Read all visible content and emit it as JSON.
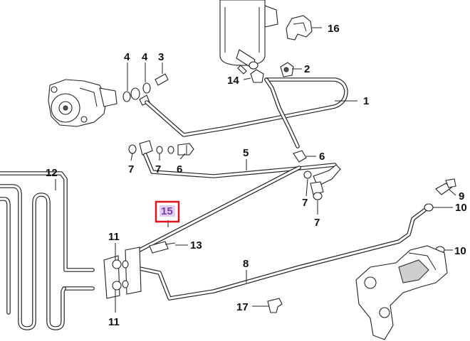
{
  "diagram": {
    "highlight_color": "#e0141e",
    "callouts": [
      {
        "id": "c1",
        "label": "1"
      },
      {
        "id": "c2",
        "label": "2"
      },
      {
        "id": "c3",
        "label": "3"
      },
      {
        "id": "c4a",
        "label": "4"
      },
      {
        "id": "c4b",
        "label": "4"
      },
      {
        "id": "c5",
        "label": "5"
      },
      {
        "id": "c6a",
        "label": "6"
      },
      {
        "id": "c6b",
        "label": "6"
      },
      {
        "id": "c7a",
        "label": "7"
      },
      {
        "id": "c7b",
        "label": "7"
      },
      {
        "id": "c7c",
        "label": "7"
      },
      {
        "id": "c7d",
        "label": "7"
      },
      {
        "id": "c8",
        "label": "8"
      },
      {
        "id": "c9",
        "label": "9"
      },
      {
        "id": "c10a",
        "label": "10"
      },
      {
        "id": "c10b",
        "label": "10"
      },
      {
        "id": "c11a",
        "label": "11"
      },
      {
        "id": "c11b",
        "label": "11"
      },
      {
        "id": "c12",
        "label": "12"
      },
      {
        "id": "c13",
        "label": "13"
      },
      {
        "id": "c14",
        "label": "14"
      },
      {
        "id": "c15",
        "label": "15"
      },
      {
        "id": "c16",
        "label": "16"
      },
      {
        "id": "c17",
        "label": "17"
      }
    ]
  }
}
